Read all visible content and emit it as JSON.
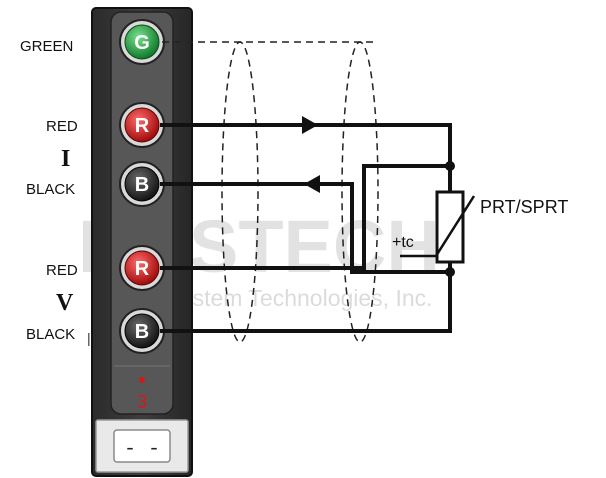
{
  "labels": {
    "green": "GREEN",
    "red_i": "RED",
    "i_symbol": "I",
    "black_i": "BLACK",
    "red_v": "RED",
    "v_symbol": "V",
    "black_v": "BLACK",
    "sensor": "PRT/SPRT",
    "tc": "+tc"
  },
  "terminals": [
    {
      "letter": "G",
      "color": "#1e9a3a"
    },
    {
      "letter": "R",
      "color": "#d21a1a"
    },
    {
      "letter": "B",
      "color": "#2a2a2a"
    },
    {
      "letter": "R",
      "color": "#d21a1a"
    },
    {
      "letter": "B",
      "color": "#2a2a2a"
    }
  ],
  "module": {
    "channel_number": "3",
    "connector": "- -"
  },
  "watermark": {
    "brand": "KOSTECH",
    "company": "Korea System Technologies, Inc."
  }
}
